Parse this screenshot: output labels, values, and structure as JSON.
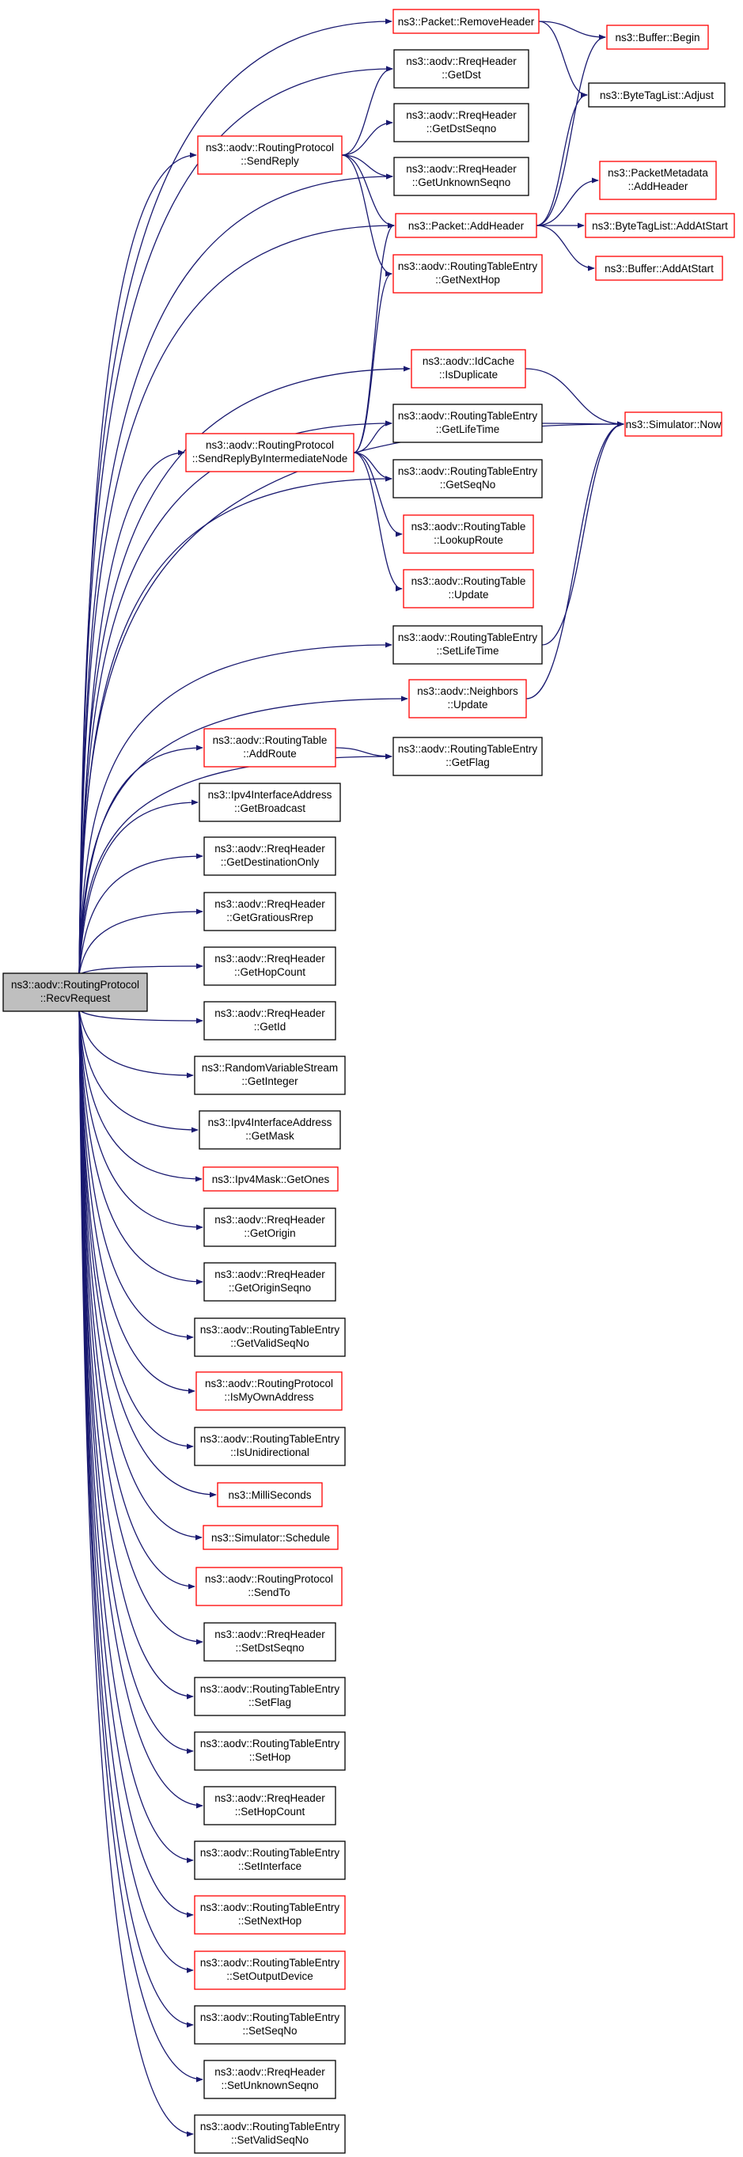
{
  "colors": {
    "edge": "#191970",
    "border_default": "#000000",
    "border_truncated": "#ff0000",
    "root_fill": "#bfbfbf"
  },
  "nodes": [
    {
      "id": "recvrequest",
      "lines": [
        "ns3::aodv::RoutingProtocol",
        "::RecvRequest"
      ],
      "kind": "root"
    },
    {
      "id": "removeheader",
      "lines": [
        "ns3::Packet::RemoveHeader"
      ],
      "kind": "truncated"
    },
    {
      "id": "buffer_begin",
      "lines": [
        "ns3::Buffer::Begin"
      ],
      "kind": "truncated"
    },
    {
      "id": "bytetaglist_adjust",
      "lines": [
        "ns3::ByteTagList::Adjust"
      ],
      "kind": "normal"
    },
    {
      "id": "rreq_getdst",
      "lines": [
        "ns3::aodv::RreqHeader",
        "::GetDst"
      ],
      "kind": "normal"
    },
    {
      "id": "rreq_getdstseqno",
      "lines": [
        "ns3::aodv::RreqHeader",
        "::GetDstSeqno"
      ],
      "kind": "normal"
    },
    {
      "id": "sendreply",
      "lines": [
        "ns3::aodv::RoutingProtocol",
        "::SendReply"
      ],
      "kind": "truncated"
    },
    {
      "id": "rreq_getunknownseqno",
      "lines": [
        "ns3::aodv::RreqHeader",
        "::GetUnknownSeqno"
      ],
      "kind": "normal"
    },
    {
      "id": "packetmetadata_addheader",
      "lines": [
        "ns3::PacketMetadata",
        "::AddHeader"
      ],
      "kind": "truncated"
    },
    {
      "id": "packet_addheader",
      "lines": [
        "ns3::Packet::AddHeader"
      ],
      "kind": "truncated"
    },
    {
      "id": "bytetaglist_addatstart",
      "lines": [
        "ns3::ByteTagList::AddAtStart"
      ],
      "kind": "truncated"
    },
    {
      "id": "buffer_addatstart",
      "lines": [
        "ns3::Buffer::AddAtStart"
      ],
      "kind": "truncated"
    },
    {
      "id": "rte_getnexthop",
      "lines": [
        "ns3::aodv::RoutingTableEntry",
        "::GetNextHop"
      ],
      "kind": "truncated"
    },
    {
      "id": "idcache_isduplicate",
      "lines": [
        "ns3::aodv::IdCache",
        "::IsDuplicate"
      ],
      "kind": "truncated"
    },
    {
      "id": "simulator_now",
      "lines": [
        "ns3::Simulator::Now"
      ],
      "kind": "truncated"
    },
    {
      "id": "rte_getlifetime",
      "lines": [
        "ns3::aodv::RoutingTableEntry",
        "::GetLifeTime"
      ],
      "kind": "normal"
    },
    {
      "id": "sendreplybyintermediate",
      "lines": [
        "ns3::aodv::RoutingProtocol",
        "::SendReplyByIntermediateNode"
      ],
      "kind": "truncated"
    },
    {
      "id": "rte_getseqno",
      "lines": [
        "ns3::aodv::RoutingTableEntry",
        "::GetSeqNo"
      ],
      "kind": "normal"
    },
    {
      "id": "rt_lookuproute",
      "lines": [
        "ns3::aodv::RoutingTable",
        "::LookupRoute"
      ],
      "kind": "truncated"
    },
    {
      "id": "rt_update",
      "lines": [
        "ns3::aodv::RoutingTable",
        "::Update"
      ],
      "kind": "truncated"
    },
    {
      "id": "rte_setlifetime",
      "lines": [
        "ns3::aodv::RoutingTableEntry",
        "::SetLifeTime"
      ],
      "kind": "normal"
    },
    {
      "id": "neighbors_update",
      "lines": [
        "ns3::aodv::Neighbors",
        "::Update"
      ],
      "kind": "truncated"
    },
    {
      "id": "rt_addroute",
      "lines": [
        "ns3::aodv::RoutingTable",
        "::AddRoute"
      ],
      "kind": "truncated"
    },
    {
      "id": "rte_getflag",
      "lines": [
        "ns3::aodv::RoutingTableEntry",
        "::GetFlag"
      ],
      "kind": "normal"
    },
    {
      "id": "ipv4ia_getbroadcast",
      "lines": [
        "ns3::Ipv4InterfaceAddress",
        "::GetBroadcast"
      ],
      "kind": "normal"
    },
    {
      "id": "rreq_getdestinationonly",
      "lines": [
        "ns3::aodv::RreqHeader",
        "::GetDestinationOnly"
      ],
      "kind": "normal"
    },
    {
      "id": "rreq_getgratiousrrep",
      "lines": [
        "ns3::aodv::RreqHeader",
        "::GetGratiousRrep"
      ],
      "kind": "normal"
    },
    {
      "id": "rreq_gethopcount",
      "lines": [
        "ns3::aodv::RreqHeader",
        "::GetHopCount"
      ],
      "kind": "normal"
    },
    {
      "id": "rreq_getid",
      "lines": [
        "ns3::aodv::RreqHeader",
        "::GetId"
      ],
      "kind": "normal"
    },
    {
      "id": "rvs_getinteger",
      "lines": [
        "ns3::RandomVariableStream",
        "::GetInteger"
      ],
      "kind": "normal"
    },
    {
      "id": "ipv4ia_getmask",
      "lines": [
        "ns3::Ipv4InterfaceAddress",
        "::GetMask"
      ],
      "kind": "normal"
    },
    {
      "id": "ipv4mask_getones",
      "lines": [
        "ns3::Ipv4Mask::GetOnes"
      ],
      "kind": "truncated"
    },
    {
      "id": "rreq_getorigin",
      "lines": [
        "ns3::aodv::RreqHeader",
        "::GetOrigin"
      ],
      "kind": "normal"
    },
    {
      "id": "rreq_getoriginseqno",
      "lines": [
        "ns3::aodv::RreqHeader",
        "::GetOriginSeqno"
      ],
      "kind": "normal"
    },
    {
      "id": "rte_getvalidseqno",
      "lines": [
        "ns3::aodv::RoutingTableEntry",
        "::GetValidSeqNo"
      ],
      "kind": "normal"
    },
    {
      "id": "rp_ismyownaddress",
      "lines": [
        "ns3::aodv::RoutingProtocol",
        "::IsMyOwnAddress"
      ],
      "kind": "truncated"
    },
    {
      "id": "rte_isunidirectional",
      "lines": [
        "ns3::aodv::RoutingTableEntry",
        "::IsUnidirectional"
      ],
      "kind": "normal"
    },
    {
      "id": "milliseconds",
      "lines": [
        "ns3::MilliSeconds"
      ],
      "kind": "truncated"
    },
    {
      "id": "simulator_schedule",
      "lines": [
        "ns3::Simulator::Schedule"
      ],
      "kind": "truncated"
    },
    {
      "id": "rp_sendto",
      "lines": [
        "ns3::aodv::RoutingProtocol",
        "::SendTo"
      ],
      "kind": "truncated"
    },
    {
      "id": "rreq_setdstseqno",
      "lines": [
        "ns3::aodv::RreqHeader",
        "::SetDstSeqno"
      ],
      "kind": "normal"
    },
    {
      "id": "rte_setflag",
      "lines": [
        "ns3::aodv::RoutingTableEntry",
        "::SetFlag"
      ],
      "kind": "normal"
    },
    {
      "id": "rte_sethop",
      "lines": [
        "ns3::aodv::RoutingTableEntry",
        "::SetHop"
      ],
      "kind": "normal"
    },
    {
      "id": "rreq_sethopcount",
      "lines": [
        "ns3::aodv::RreqHeader",
        "::SetHopCount"
      ],
      "kind": "normal"
    },
    {
      "id": "rte_setinterface",
      "lines": [
        "ns3::aodv::RoutingTableEntry",
        "::SetInterface"
      ],
      "kind": "normal"
    },
    {
      "id": "rte_setnexthop",
      "lines": [
        "ns3::aodv::RoutingTableEntry",
        "::SetNextHop"
      ],
      "kind": "truncated"
    },
    {
      "id": "rte_setoutputdevice",
      "lines": [
        "ns3::aodv::RoutingTableEntry",
        "::SetOutputDevice"
      ],
      "kind": "truncated"
    },
    {
      "id": "rte_setseqno",
      "lines": [
        "ns3::aodv::RoutingTableEntry",
        "::SetSeqNo"
      ],
      "kind": "normal"
    },
    {
      "id": "rreq_setunknownseqno",
      "lines": [
        "ns3::aodv::RreqHeader",
        "::SetUnknownSeqno"
      ],
      "kind": "normal"
    },
    {
      "id": "rte_setvalidseqno",
      "lines": [
        "ns3::aodv::RoutingTableEntry",
        "::SetValidSeqNo"
      ],
      "kind": "normal"
    }
  ],
  "edges": [
    [
      "recvrequest",
      "removeheader"
    ],
    [
      "recvrequest",
      "rreq_getdst"
    ],
    [
      "recvrequest",
      "sendreply"
    ],
    [
      "recvrequest",
      "rreq_getunknownseqno"
    ],
    [
      "recvrequest",
      "packet_addheader"
    ],
    [
      "recvrequest",
      "idcache_isduplicate"
    ],
    [
      "recvrequest",
      "simulator_now"
    ],
    [
      "recvrequest",
      "rte_getlifetime"
    ],
    [
      "recvrequest",
      "sendreplybyintermediate"
    ],
    [
      "recvrequest",
      "rte_getseqno"
    ],
    [
      "recvrequest",
      "rte_setlifetime"
    ],
    [
      "recvrequest",
      "neighbors_update"
    ],
    [
      "recvrequest",
      "rte_getflag"
    ],
    [
      "recvrequest",
      "rt_addroute"
    ],
    [
      "recvrequest",
      "ipv4ia_getbroadcast"
    ],
    [
      "recvrequest",
      "rreq_getdestinationonly"
    ],
    [
      "recvrequest",
      "rreq_getgratiousrrep"
    ],
    [
      "recvrequest",
      "rreq_gethopcount"
    ],
    [
      "recvrequest",
      "rreq_getid"
    ],
    [
      "recvrequest",
      "rvs_getinteger"
    ],
    [
      "recvrequest",
      "ipv4ia_getmask"
    ],
    [
      "recvrequest",
      "ipv4mask_getones"
    ],
    [
      "recvrequest",
      "rreq_getorigin"
    ],
    [
      "recvrequest",
      "rreq_getoriginseqno"
    ],
    [
      "recvrequest",
      "rte_getvalidseqno"
    ],
    [
      "recvrequest",
      "rp_ismyownaddress"
    ],
    [
      "recvrequest",
      "rte_isunidirectional"
    ],
    [
      "recvrequest",
      "milliseconds"
    ],
    [
      "recvrequest",
      "simulator_schedule"
    ],
    [
      "recvrequest",
      "rp_sendto"
    ],
    [
      "recvrequest",
      "rreq_setdstseqno"
    ],
    [
      "recvrequest",
      "rte_setflag"
    ],
    [
      "recvrequest",
      "rte_sethop"
    ],
    [
      "recvrequest",
      "rreq_sethopcount"
    ],
    [
      "recvrequest",
      "rte_setinterface"
    ],
    [
      "recvrequest",
      "rte_setnexthop"
    ],
    [
      "recvrequest",
      "rte_setoutputdevice"
    ],
    [
      "recvrequest",
      "rte_setseqno"
    ],
    [
      "recvrequest",
      "rreq_setunknownseqno"
    ],
    [
      "recvrequest",
      "rte_setvalidseqno"
    ],
    [
      "removeheader",
      "buffer_begin"
    ],
    [
      "removeheader",
      "bytetaglist_adjust"
    ],
    [
      "sendreply",
      "rreq_getdst"
    ],
    [
      "sendreply",
      "rreq_getdstseqno"
    ],
    [
      "sendreply",
      "rreq_getunknownseqno"
    ],
    [
      "sendreply",
      "packet_addheader"
    ],
    [
      "sendreply",
      "rte_getnexthop"
    ],
    [
      "packet_addheader",
      "buffer_begin"
    ],
    [
      "packet_addheader",
      "bytetaglist_adjust"
    ],
    [
      "packet_addheader",
      "packetmetadata_addheader"
    ],
    [
      "packet_addheader",
      "bytetaglist_addatstart"
    ],
    [
      "packet_addheader",
      "buffer_addatstart"
    ],
    [
      "idcache_isduplicate",
      "simulator_now"
    ],
    [
      "rte_getlifetime",
      "simulator_now"
    ],
    [
      "rte_setlifetime",
      "simulator_now"
    ],
    [
      "neighbors_update",
      "simulator_now"
    ],
    [
      "sendreplybyintermediate",
      "packet_addheader"
    ],
    [
      "sendreplybyintermediate",
      "rte_getnexthop"
    ],
    [
      "sendreplybyintermediate",
      "rte_getlifetime"
    ],
    [
      "sendreplybyintermediate",
      "rte_getseqno"
    ],
    [
      "sendreplybyintermediate",
      "rt_lookuproute"
    ],
    [
      "sendreplybyintermediate",
      "rt_update"
    ],
    [
      "rt_addroute",
      "rte_getflag"
    ]
  ]
}
